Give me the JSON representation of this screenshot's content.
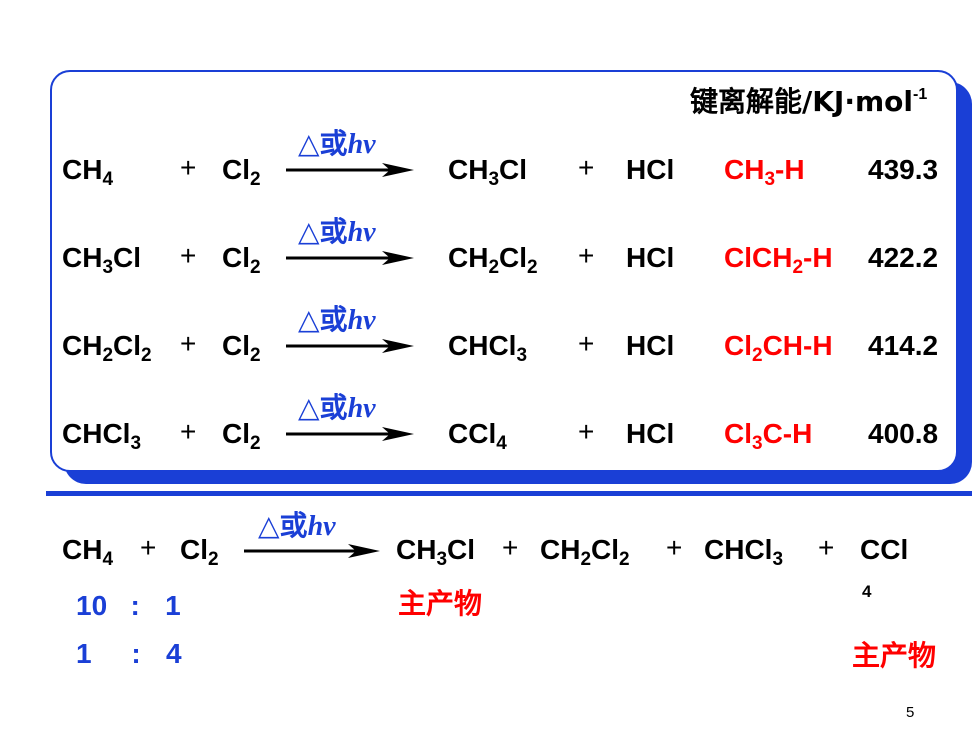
{
  "header_label": {
    "text": "键离解能/KJ·mol",
    "exp": "-1"
  },
  "reactions": [
    {
      "reactant": {
        "a": "CH",
        "b": "4",
        "c": "",
        "d": ""
      },
      "plus1": "+",
      "cl2": {
        "a": "Cl",
        "b": "2"
      },
      "condition": {
        "delta": "△",
        "or": "或",
        "hv": "hv"
      },
      "product": {
        "a": "CH",
        "b": "3",
        "c": "Cl",
        "d": ""
      },
      "plus2": "+",
      "hcl": "HCl",
      "bond": {
        "a": "CH",
        "b": "3",
        "c": "-H"
      },
      "energy": "439.3"
    },
    {
      "reactant": {
        "a": "CH",
        "b": "3",
        "c": "Cl",
        "d": ""
      },
      "plus1": "+",
      "cl2": {
        "a": "Cl",
        "b": "2"
      },
      "condition": {
        "delta": "△",
        "or": "或",
        "hv": "hv"
      },
      "product": {
        "a": "CH",
        "b": "2",
        "c": "Cl",
        "d": "2"
      },
      "plus2": "+",
      "hcl": "HCl",
      "bond": {
        "a": "ClCH",
        "b": "2",
        "c": "-H"
      },
      "energy": "422.2"
    },
    {
      "reactant": {
        "a": "CH",
        "b": "2",
        "c": "Cl",
        "d": "2"
      },
      "plus1": "+",
      "cl2": {
        "a": "Cl",
        "b": "2"
      },
      "condition": {
        "delta": "△",
        "or": "或",
        "hv": "hv"
      },
      "product": {
        "a": "CHCl",
        "b": "3",
        "c": "",
        "d": ""
      },
      "plus2": "+",
      "hcl": "HCl",
      "bond": {
        "a": "Cl",
        "b": "2",
        "c": "CH-H"
      },
      "energy": "414.2"
    },
    {
      "reactant": {
        "a": "CHCl",
        "b": "3",
        "c": "",
        "d": ""
      },
      "plus1": "+",
      "cl2": {
        "a": "Cl",
        "b": "2"
      },
      "condition": {
        "delta": "△",
        "or": "或",
        "hv": "hv"
      },
      "product": {
        "a": "CCl",
        "b": "4",
        "c": "",
        "d": ""
      },
      "plus2": "+",
      "hcl": "HCl",
      "bond": {
        "a": "Cl",
        "b": "3",
        "c": "C-H"
      },
      "energy": "400.8"
    }
  ],
  "overall": {
    "ch": "CH",
    "ch_sub": "4",
    "plus1": "+",
    "cl": "Cl",
    "cl_sub": "2",
    "condition": {
      "delta": "△",
      "or": "或",
      "hv": "hv"
    },
    "p1": "CH",
    "p1_sub": "3",
    "p1_tail": "Cl",
    "plus2": "+",
    "p2": "CH",
    "p2_sub": "2",
    "p2_mid": "Cl",
    "p2_sub2": "2",
    "plus3": "+",
    "p3": "CHCl",
    "p3_sub": "3",
    "plus4": "+",
    "p4": "CCl",
    "p4_sub": "4"
  },
  "ratios": [
    {
      "left": "10",
      "colon": ":",
      "right": "1"
    },
    {
      "left": "1",
      "colon": ":",
      "right": "4"
    }
  ],
  "main_product_label_1": "主产物",
  "main_product_label_2": "主产物",
  "page_number": "5",
  "colors": {
    "accent_blue": "#1a3fd6",
    "red": "#ff0000"
  }
}
